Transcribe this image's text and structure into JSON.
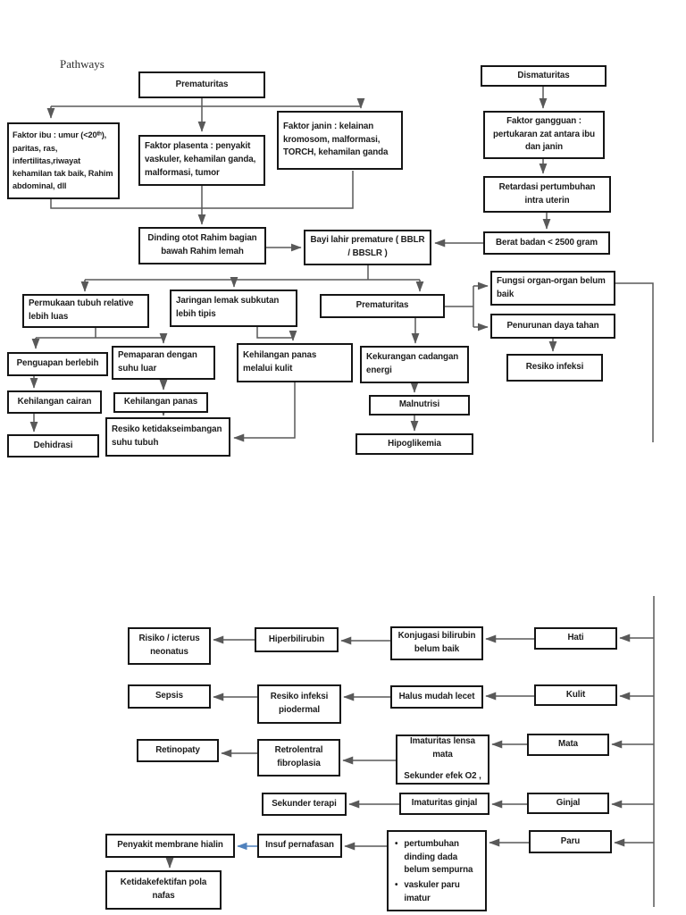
{
  "title": "Pathways",
  "colors": {
    "background": "#ffffff",
    "box_border": "#151515",
    "connector": "#595959",
    "highlight_arrow": "#4f81bd"
  },
  "nodes": {
    "prematuritas": "Prematuritas",
    "dismaturitas": "Dismaturitas",
    "faktor_ibu": "Faktor ibu : umur (<20ᵗʰ), paritas, ras, infertilitas,riwayat kehamilan tak baik, Rahim abdominal, dll",
    "faktor_plasenta": "Faktor plasenta : penyakit vaskuler, kehamilan ganda, malformasi, tumor",
    "faktor_janin": "Faktor janin : kelainan kromosom, malformasi, TORCH, kehamilan ganda",
    "faktor_gangguan": "Faktor gangguan : pertukaran zat antara ibu dan janin",
    "retardasi": "Retardasi pertumbuhan intra uterin",
    "dinding_otot": "Dinding otot Rahim bagian bawah Rahim lemah",
    "bayi_lahir": "Bayi lahir premature (  BBLR / BBSLR )",
    "berat_badan": "Berat badan < 2500 gram",
    "permukaan": "Permukaan tubuh relative lebih luas",
    "jaringan": "Jaringan lemak subkutan lebih tipis",
    "prematuritas_2": "Prematuritas",
    "fungsi_organ": "Fungsi organ-organ belum baik",
    "penurunan": "Penurunan daya tahan",
    "resiko_infeksi": "Resiko infeksi",
    "penguapan": "Penguapan berlebih",
    "pemaparan": "Pemaparan dengan suhu luar",
    "kehilangan_panas_kulit": "Kehilangan panas melalui kulit",
    "kekurangan_energi": "Kekurangan cadangan energi",
    "kehilangan_cairan": "Kehilangan cairan",
    "kehilangan_panas": "Kehilangan panas",
    "malnutrisi": "Malnutrisi",
    "dehidrasi": "Dehidrasi",
    "resiko_suhu": "Resiko ketidakseimbangan suhu tubuh",
    "hipoglikemia": "Hipoglikemia",
    "risiko_icterus": "Risiko / icterus neonatus",
    "hiperbilirubin": "Hiperbilirubin",
    "konjugasi": "Konjugasi bilirubin belum baik",
    "hati": "Hati",
    "sepsis": "Sepsis",
    "resiko_piodermal": "Resiko infeksi piodermal",
    "halus_lecet": "Halus mudah lecet",
    "kulit": "Kulit",
    "retinopaty": "Retinopaty",
    "retrolentral": "Retrolentral fibroplasia",
    "imaturitas_lensa_1": "Imaturitas lensa mata",
    "imaturitas_lensa_2": "Sekunder efek O2 ,",
    "mata": "Mata",
    "sekunder_terapi": "Sekunder terapi",
    "imaturitas_ginjal": "Imaturitas ginjal",
    "ginjal": "Ginjal",
    "penyakit_membrane": "Penyakit membrane hialin",
    "insuf_pernafasan": "Insuf pernafasan",
    "paru_cause_1": "pertumbuhan dinding dada belum sempurna",
    "paru_cause_2": "vaskuler paru imatur",
    "paru": "Paru",
    "ketidakefektifan": "Ketidakefektifan pola nafas",
    "bullet_glyph": "•"
  }
}
